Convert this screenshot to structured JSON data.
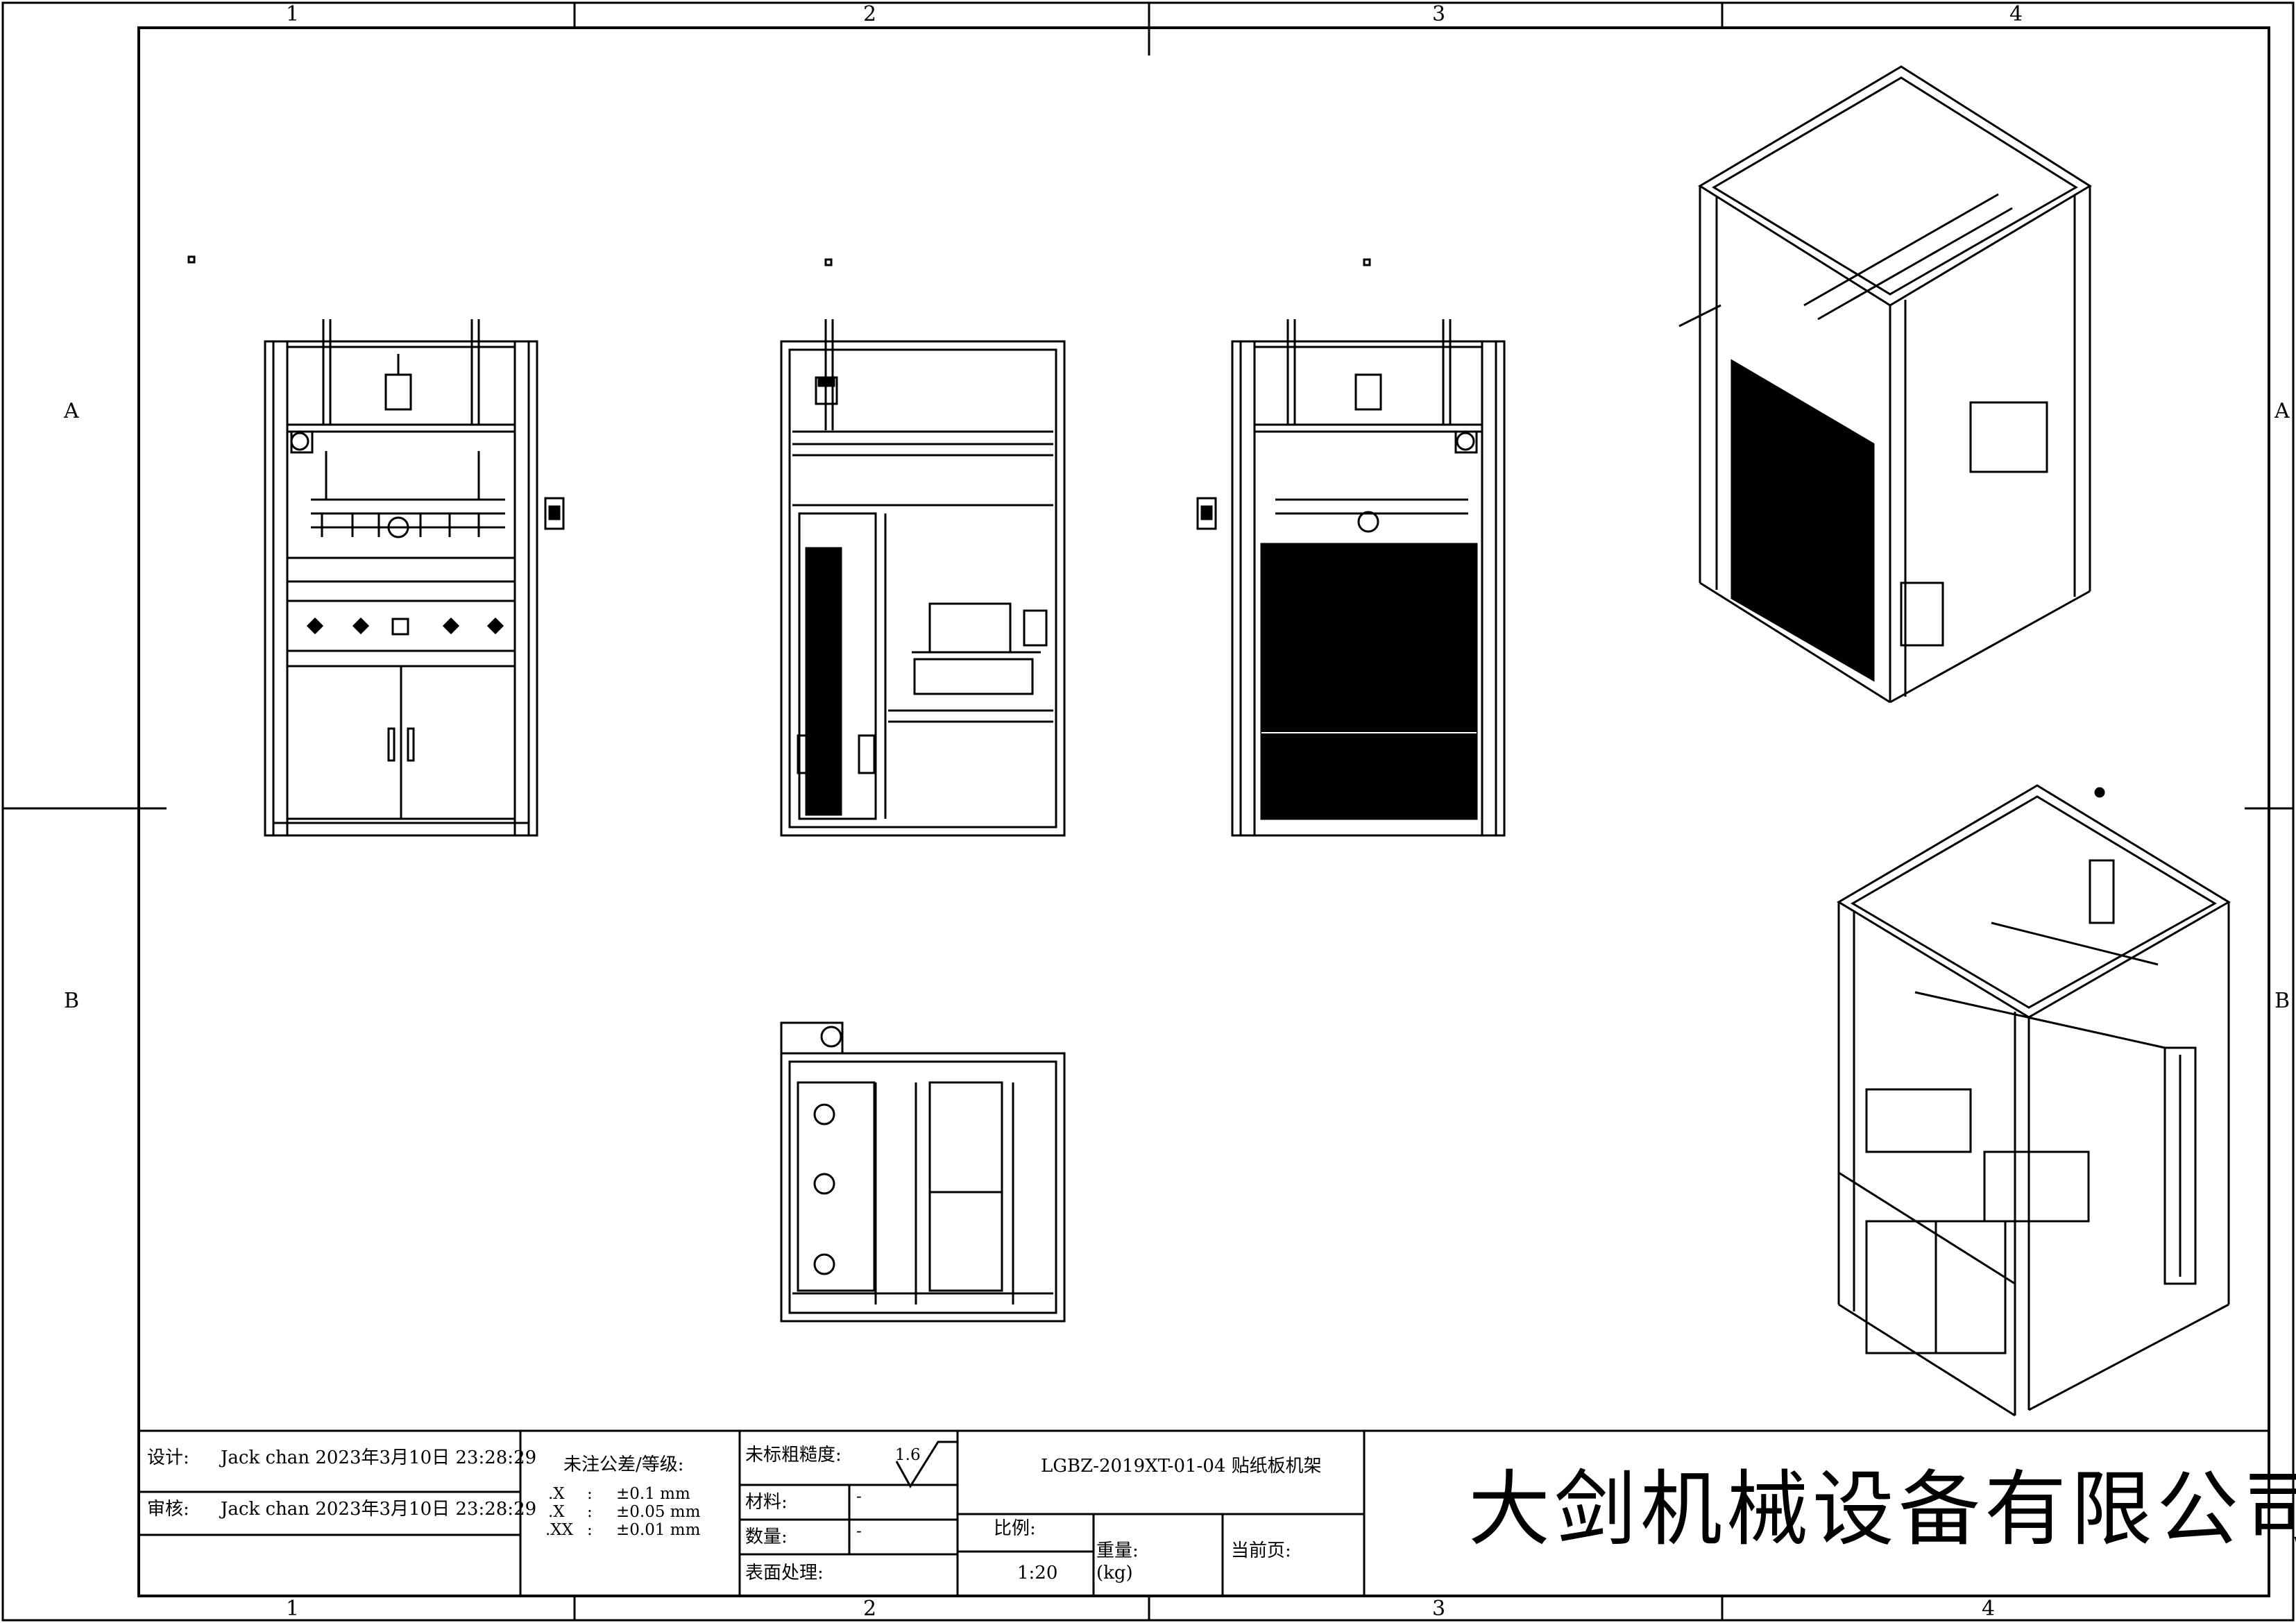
{
  "border": {
    "top_zones": [
      "1",
      "2",
      "3",
      "4"
    ],
    "bottom_zones": [
      "1",
      "2",
      "3",
      "4"
    ],
    "left_zones": [
      "A",
      "B"
    ],
    "right_zones": [
      "A",
      "B"
    ]
  },
  "title_block": {
    "designer_label": "设计:",
    "designer_value": "Jack chan 2023年3月10日 23:28:29",
    "reviewer_label": "审核:",
    "reviewer_value": "Jack chan 2023年3月10日 23:28:29",
    "tolerance_title": "未注公差/等级:",
    "tolerance_rows": [
      {
        "key": ".X",
        "sep": ":",
        "val": "±0.1 mm"
      },
      {
        "key": ".X",
        "sep": ":",
        "val": "±0.05 mm"
      },
      {
        "key": ".XX",
        "sep": ":",
        "val": "±0.01 mm"
      }
    ],
    "roughness_label": "未标粗糙度:",
    "roughness_value": "1.6",
    "material_label": "材料:",
    "material_value": "-",
    "quantity_label": "数量:",
    "quantity_value": "-",
    "surface_label": "表面处理:",
    "drawing_title": "LGBZ-2019XT-01-04 贴纸板机架",
    "scale_label": "比例:",
    "scale_value": "1:20",
    "weight_label": "重量:",
    "weight_unit": "(kg)",
    "page_label": "当前页:",
    "company": "大剑机械设备有限公司"
  }
}
